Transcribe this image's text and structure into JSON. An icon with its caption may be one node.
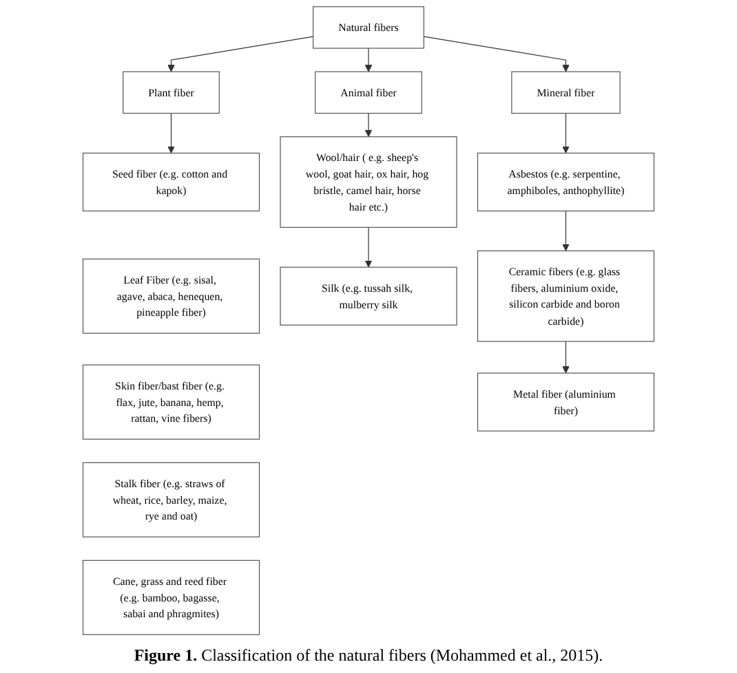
{
  "diagram": {
    "caption": "**Figure 1.** Classification of the natural fibers (Mohammed et al., 2015).",
    "nodes": [
      {
        "text": [
          "Natural fibers"
        ]
      },
      {
        "text": [
          "Plant fiber"
        ]
      },
      {
        "text": [
          "Animal fiber"
        ]
      },
      {
        "text": [
          "Mineral fiber"
        ]
      },
      {
        "text": [
          "Seed fiber (e.g. cotton and kapok)"
        ]
      },
      {
        "text": [
          "Leaf Fiber (e.g. sisal, agave, abaca, henequen, pineapple fiber)"
        ]
      },
      {
        "text": [
          "Skin fiber/bast fiber (e.g. flax, jute, banana, hemp, rattan, vine fibers)"
        ]
      },
      {
        "text": [
          "Stalk fiber (e.g. straws of wheat, rice, barley, maize, rye and oat)"
        ]
      },
      {
        "text": [
          "Cane, grass and reed fiber (e.g. bamboo, bagasse, sabai and phragmites)"
        ]
      },
      {
        "text": [
          "Wool/hair ( e.g. sheep's wool, goat hair, ox hair, hog bristle, camel hair, horse hair etc.)"
        ]
      },
      {
        "text": [
          "Silk (e.g. tussah silk, mulberry silk"
        ]
      },
      {
        "text": [
          "Asbestos (e.g. serpentine, amphiboles, anthophyllite)"
        ]
      },
      {
        "text": [
          "Ceramic fibers (e.g. glass fibers, aluminium oxide, silicon carbide and boron carbide)"
        ]
      },
      {
        "text": [
          "Metal fiber (aluminium fiber)"
        ]
      }
    ],
    "edges": [
      {
        "from": 0,
        "to": 1,
        "arrow": "to"
      },
      {
        "from": 0,
        "to": 2,
        "arrow": "to"
      },
      {
        "from": 0,
        "to": 3,
        "arrow": "to"
      },
      {
        "from": 1,
        "to": 4,
        "arrow": "to"
      },
      {
        "from": 2,
        "to": 9,
        "arrow": "to"
      },
      {
        "from": 9,
        "to": 10,
        "arrow": "to"
      },
      {
        "from": 3,
        "to": 11,
        "arrow": "to"
      },
      {
        "from": 11,
        "to": 12,
        "arrow": "to"
      },
      {
        "from": 12,
        "to": 13,
        "arrow": "to"
      }
    ]
  }
}
